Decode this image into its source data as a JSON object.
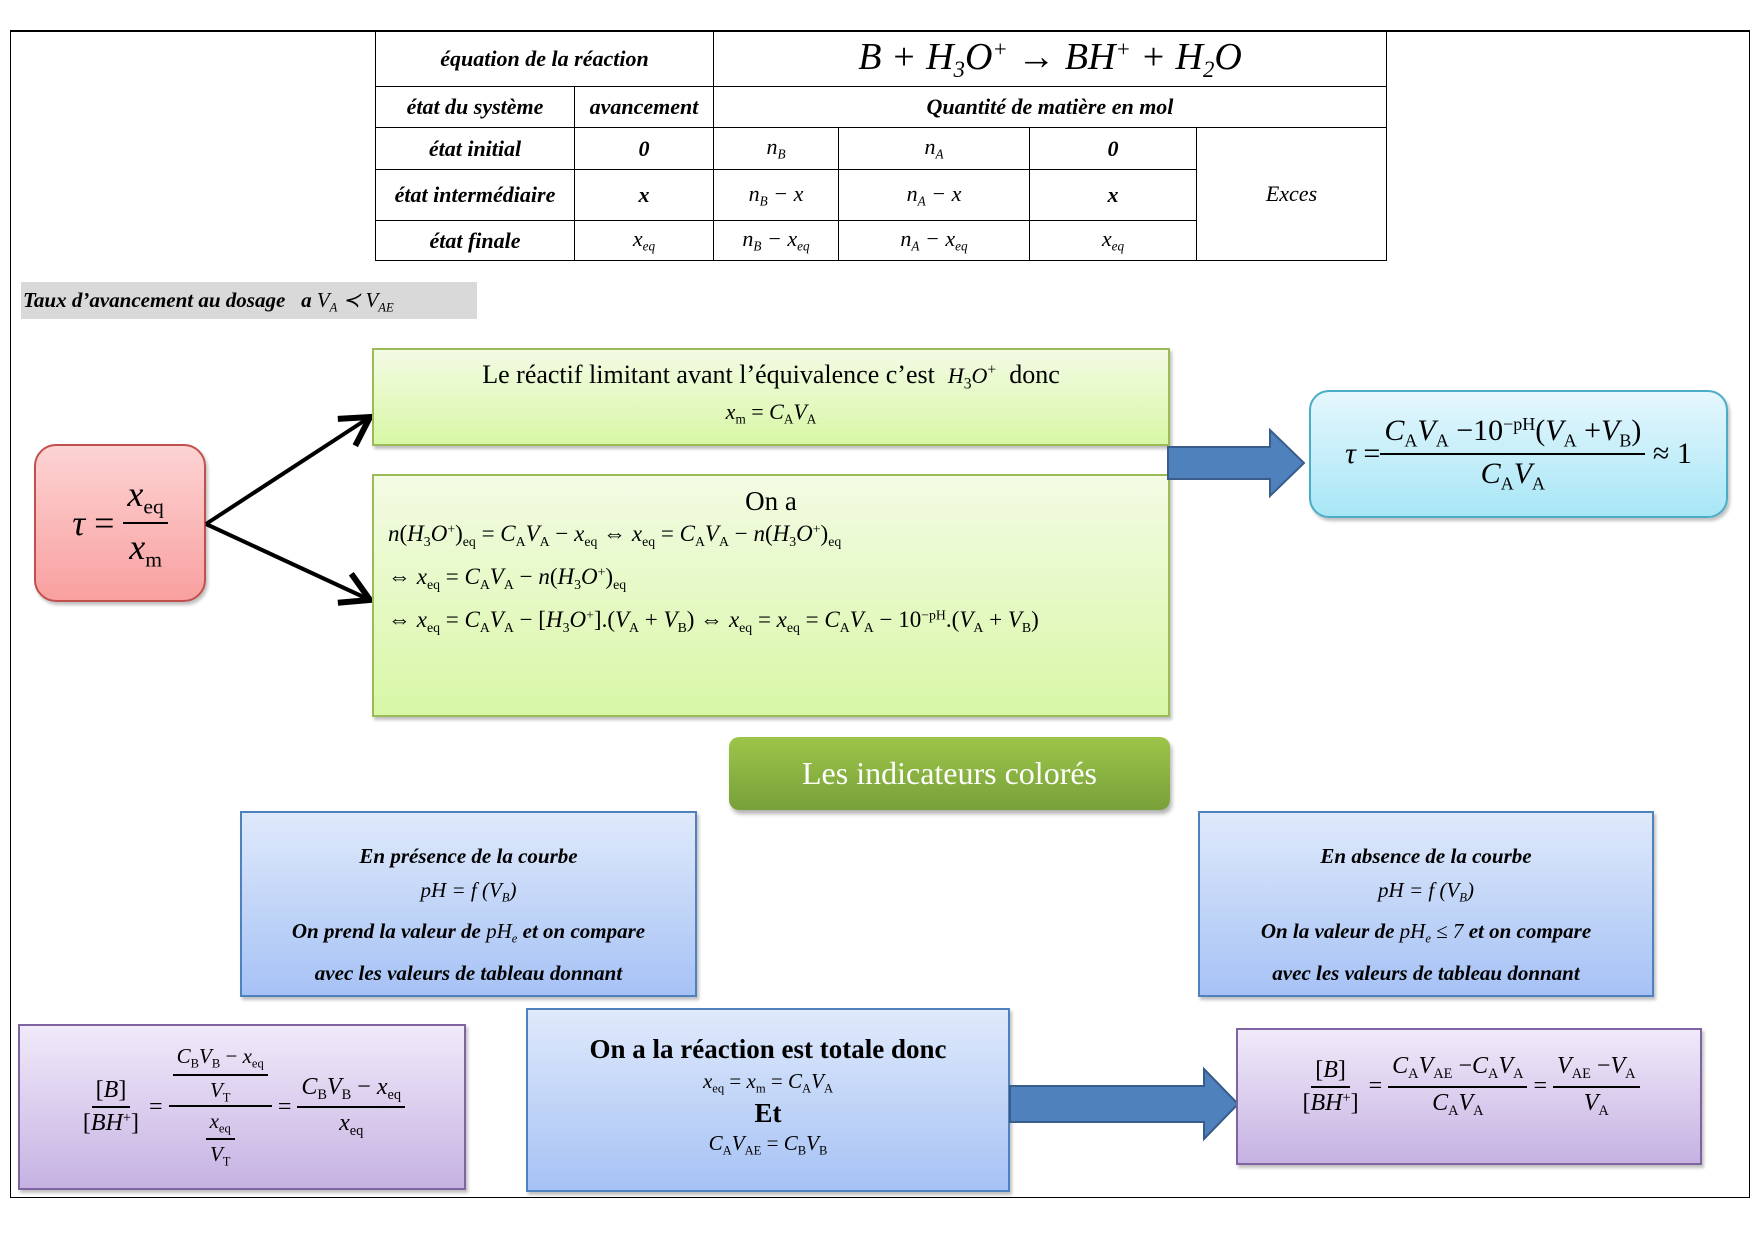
{
  "table": {
    "row0": {
      "label": "équation de la réaction",
      "equation": "B + H₃O⁺ → BH⁺ + H₂O"
    },
    "row1": {
      "c1": "état du système",
      "c2": "avancement",
      "c3": "Quantité de matière en mol"
    },
    "rows": [
      {
        "state": "état initial",
        "adv": "0",
        "nB": "n_B",
        "nA": "n_A",
        "prod": "0"
      },
      {
        "state": "état intermédiaire",
        "adv": "x",
        "nB": "n_B − x",
        "nA": "n_A − x",
        "prod": "x"
      },
      {
        "state": "état finale",
        "adv": "x_eq",
        "nB": "n_B − x_eq",
        "nA": "n_A − x_eq",
        "prod": "x_eq"
      }
    ],
    "water": "Exces"
  },
  "taux_label": {
    "text": "Taux d’avancement  au dosage",
    "condition": "a V_A < V_AE"
  },
  "tau_box": {
    "lhs": "τ =",
    "num": "x",
    "num_sub": "eq",
    "den": "x",
    "den_sub": "m"
  },
  "limiting_box": {
    "line1_text": "Le réactif limitant avant l’équivalence c’est",
    "line1_species": "H₃O⁺",
    "line1_end": "donc",
    "line2": "x_m = C_A V_A"
  },
  "derivation_box": {
    "title": "On a",
    "lines": [
      "n(H₃O⁺)_eq = C_A V_A − x_eq ⇔ x_eq = C_A V_A − n(H₃O⁺)_eq",
      "⇔ x_eq = C_A V_A − n(H₃O⁺)_eq",
      "⇔ x_eq = C_A V_A − [H₃O⁺].(V_A + V_B) ⇔ x_eq = x_eq = C_A V_A − 10^−pH.(V_A + V_B)"
    ]
  },
  "result_box": {
    "lhs": "τ =",
    "num": "C_A V_A − 10^−pH (V_A + V_B)",
    "den": "C_A V_A",
    "rhs": "≈ 1"
  },
  "banner": {
    "text": "Les indicateurs colorés"
  },
  "presence_box": {
    "line1": "En présence de la courbe",
    "line2": "pH = f (V_B)",
    "line3_a": "On prend la valeur de",
    "line3_var": "pH_e",
    "line3_b": "et on compare",
    "line4": "avec les valeurs de tableau donnant"
  },
  "absence_box": {
    "line1": "En absence de la courbe",
    "line2": "pH = f (V_B)",
    "line3_a": "On la valeur de",
    "line3_var": "pH_e ≤ 7",
    "line3_b": "et on compare",
    "line4": "avec les valeurs de tableau donnant"
  },
  "ratio_box_left": {
    "lhs_num": "[B]",
    "lhs_den": "[BH⁺]",
    "mid_num_num": "C_B V_B − x_eq",
    "mid_num_den": "V_T",
    "mid_den_num": "x_eq",
    "mid_den_den": "V_T",
    "rhs_num": "C_B V_B − x_eq",
    "rhs_den": "x_eq"
  },
  "total_box": {
    "line1": "On a la réaction est totale donc",
    "line2": "x_eq = x_m = C_A V_A",
    "line3": "Et",
    "line4": "C_A V_AE = C_B V_B"
  },
  "ratio_box_right": {
    "lhs_num": "[B]",
    "lhs_den": "[BH⁺]",
    "mid_num": "C_A V_AE − C_A V_A",
    "mid_den": "C_A V_A",
    "rhs_num": "V_AE − V_A",
    "rhs_den": "V_A"
  },
  "colors": {
    "green_border": "#9bbb59",
    "red_border": "#c0504d",
    "cyan_border": "#4bacc6",
    "blue_border": "#4f81bd",
    "purple_border": "#8064a2",
    "arrow_fill": "#4f81bd",
    "banner": "#8db545"
  }
}
